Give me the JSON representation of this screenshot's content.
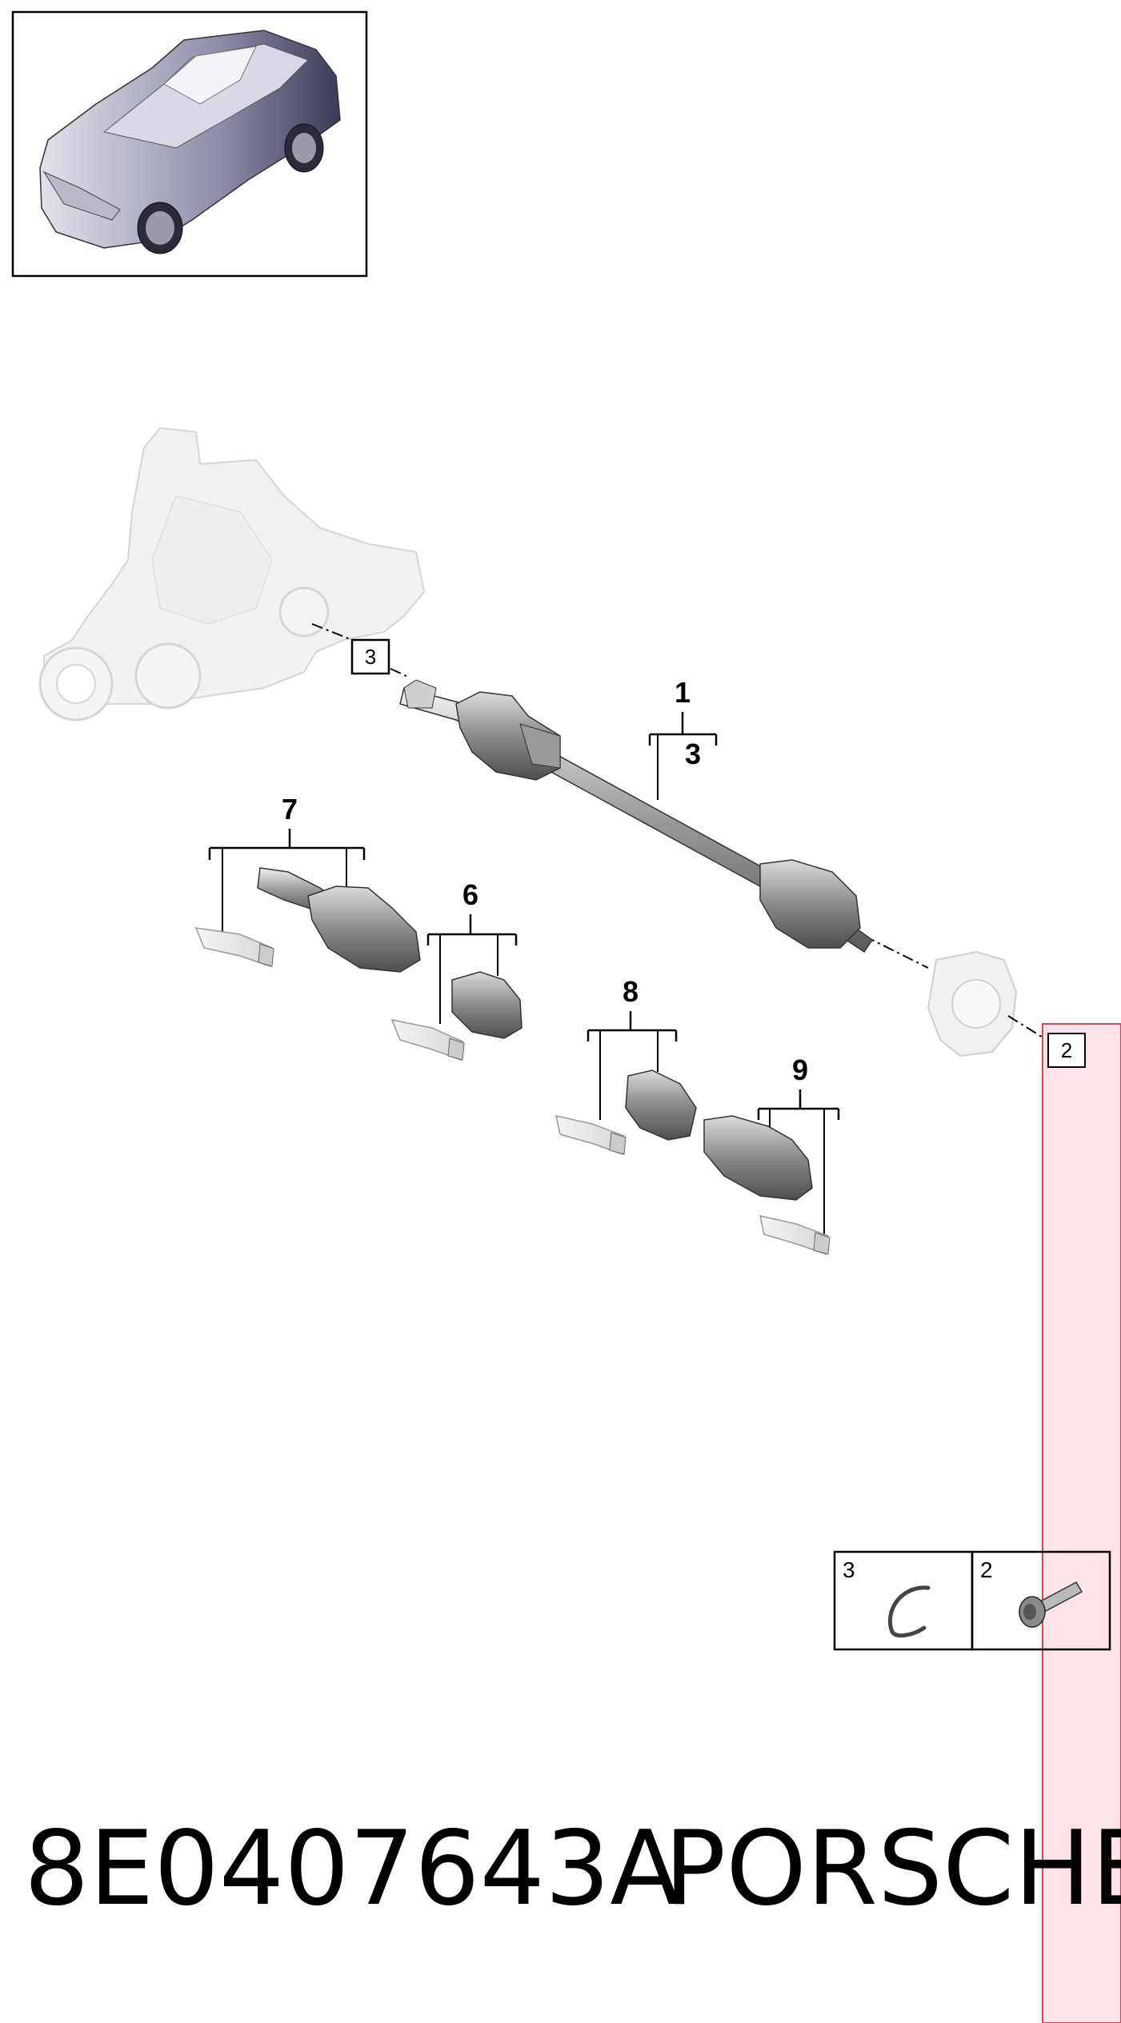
{
  "callouts": {
    "c1": "1",
    "c1_sub": "3",
    "c6": "6",
    "c7": "7",
    "c8": "8",
    "c9": "9"
  },
  "boxed_refs": {
    "left": "3",
    "right": "2"
  },
  "legend": {
    "item_a": "3",
    "item_b": "2"
  },
  "footer": {
    "part_number": "8E0407643A",
    "brand": "PORSCHE"
  },
  "colors": {
    "highlight_band": "#fde3e8",
    "highlight_border": "#c84a5a"
  }
}
